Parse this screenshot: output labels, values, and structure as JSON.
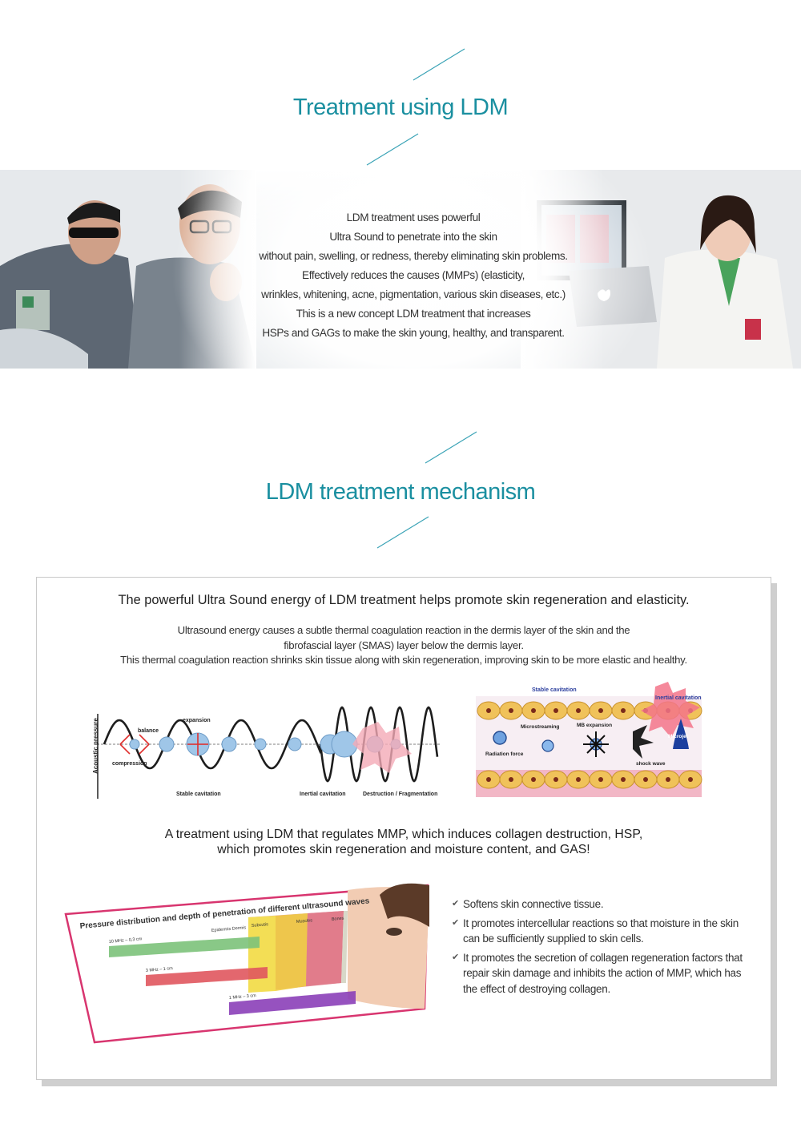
{
  "section1": {
    "title": "Treatment using LDM",
    "paragraph": [
      "LDM treatment uses powerful",
      "Ultra Sound to penetrate into the skin",
      "without pain, swelling, or redness, thereby eliminating skin problems.",
      "Effectively reduces the causes (MMPs) (elasticity,",
      "wrinkles, whitening, acne, pigmentation, various skin diseases, etc.)",
      "This is a new concept LDM treatment that increases",
      "HSPs and GAGs to make the skin young, healthy, and transparent."
    ]
  },
  "section2": {
    "title": "LDM treatment mechanism",
    "headline": "The powerful Ultra Sound energy of LDM treatment helps promote skin regeneration and elasticity.",
    "body": [
      "Ultrasound energy causes a subtle thermal coagulation reaction in the dermis layer of the skin and the",
      "fibrofascial layer (SMAS) layer below the dermis layer.",
      "This thermal coagulation reaction shrinks skin tissue along with skin regeneration, improving skin to be more elastic and healthy."
    ],
    "wave_diagram": {
      "y_axis": "Acoustic pressure",
      "labels": {
        "balance": "balance",
        "expansion": "expansion",
        "compression": "compression",
        "stable": "Stable cavitation",
        "inertial": "Inertial cavitation",
        "destruction": "Destruction / Fragmentation"
      }
    },
    "cavitation_diagram": {
      "stable": "Stable cavitation",
      "inertial": "Inertial  cavitation",
      "microstreaming": "Microstreaming",
      "radiation": "Radiation force",
      "mb_expansion": "MB expansion",
      "microjet": "Microjet",
      "shock": "shock wave"
    },
    "mmp_text": [
      "A treatment using LDM that regulates MMP, which induces collagen destruction, HSP,",
      "which promotes skin regeneration and moisture content, and GAS!"
    ],
    "penetration_diagram": {
      "title": "Pressure distribution and depth of penetration of different ultrasound waves",
      "layers": [
        "Epidermis Dermis",
        "Subcutis",
        "Muscles",
        "Bones"
      ],
      "waves": [
        "10 MHz – 0,3 cm",
        "3 MHz – 1 cm",
        "1 MHz – 3 cm"
      ]
    },
    "checklist": [
      "Softens skin connective tissue.",
      "It promotes intercellular reactions so that moisture in the skin can be sufficiently supplied to skin cells.",
      "It promotes the secretion of collagen regeneration factors that repair skin damage and inhibits the action of MMP, which has the effect of destroying collagen."
    ]
  },
  "colors": {
    "accent": "#1a8fa0",
    "wave_blue": "#9fc6e8",
    "arrow_red": "#e0302e",
    "card_border": "#c9c9c9",
    "pink_frame": "#d8356f"
  },
  "icons": [
    "check-icon",
    "apple-logo-icon"
  ]
}
